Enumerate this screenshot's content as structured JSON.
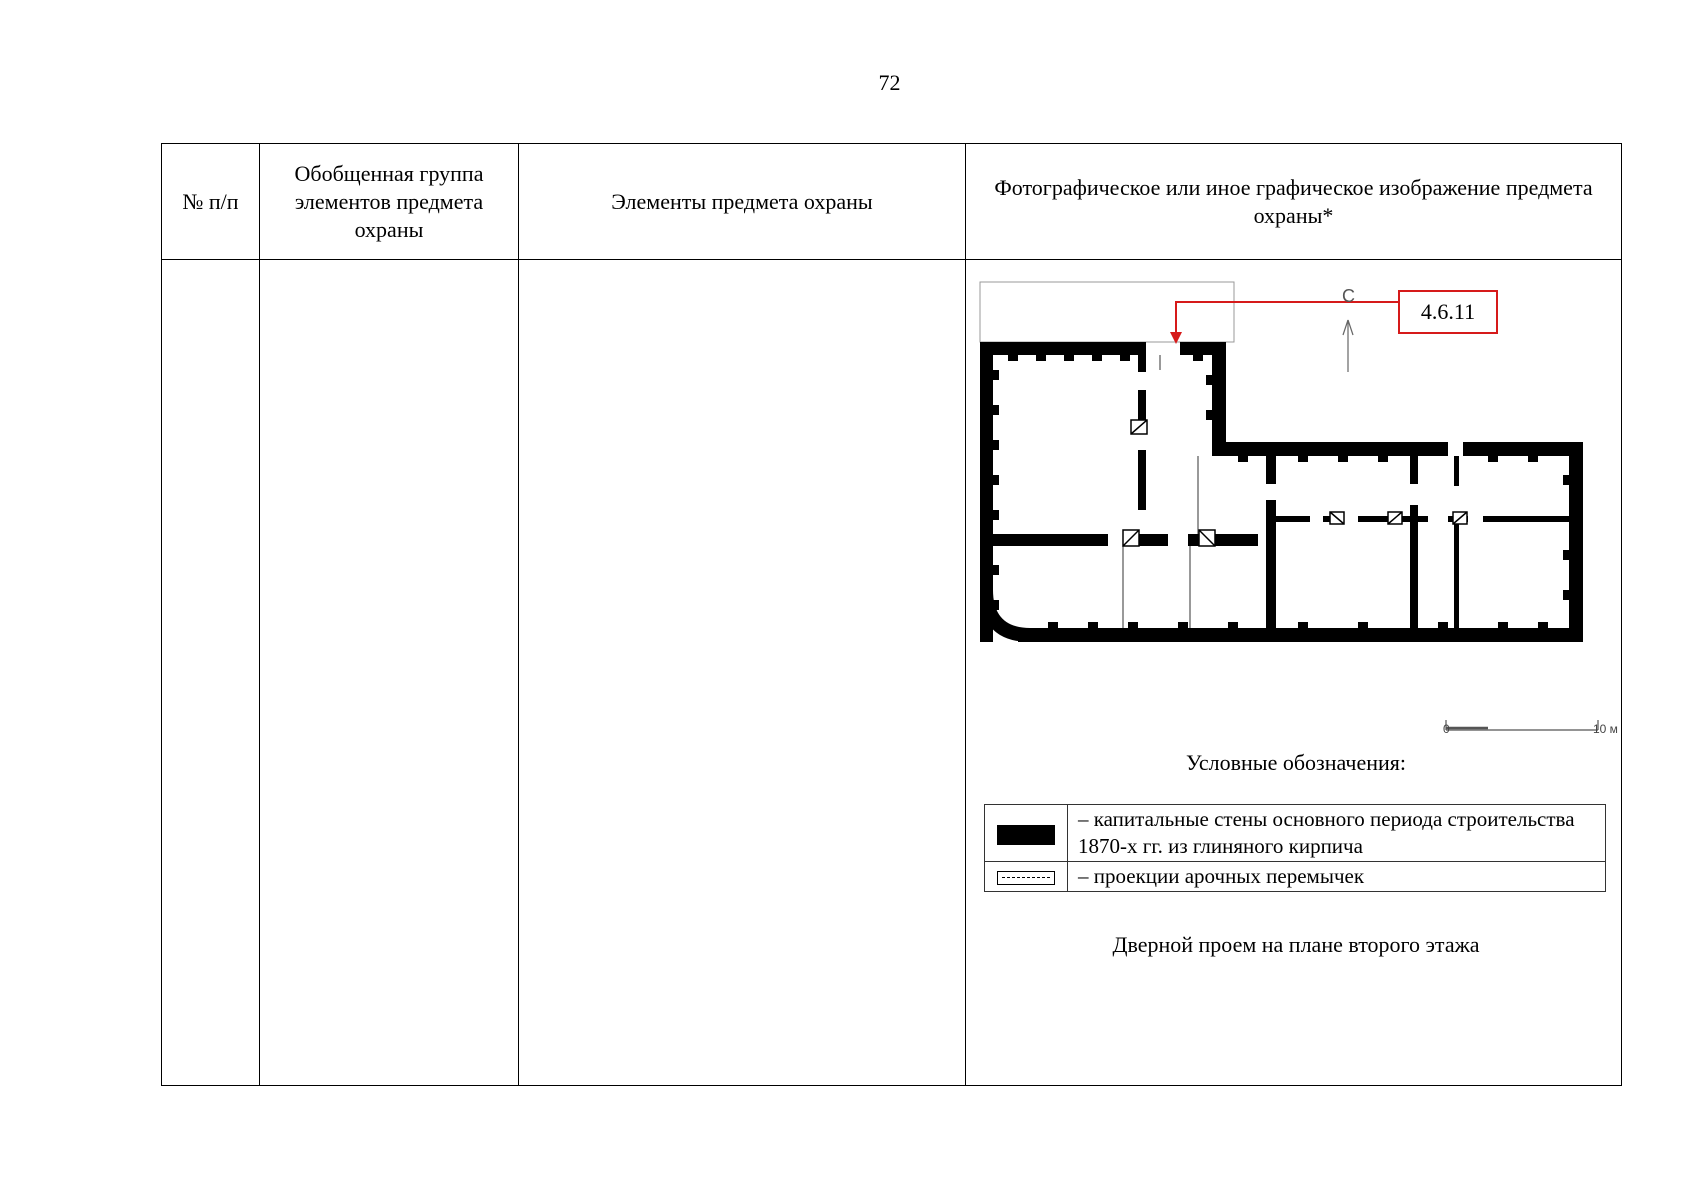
{
  "page": {
    "number": "72"
  },
  "table": {
    "headers": {
      "num": "№ п/п",
      "group": "Обобщенная группа элементов предмета охраны",
      "elements": "Элементы предмета охраны",
      "image": "Фотографическое или иное графическое изображение предмета охраны*"
    }
  },
  "plan": {
    "north_label": "С",
    "callout_label": "4.6.11",
    "callout_color": "#d61a1a",
    "scale_start": "0",
    "scale_end": "10 м"
  },
  "legend": {
    "title": "Условные обозначения:",
    "items": [
      {
        "symbol": "solid-wall",
        "text": "– капитальные стены основного периода строительства 1870-х гг. из глиняного кирпича"
      },
      {
        "symbol": "dashed-arch",
        "text": "– проекции арочных перемычек"
      }
    ]
  },
  "caption": "Дверной проем на плане второго этажа"
}
